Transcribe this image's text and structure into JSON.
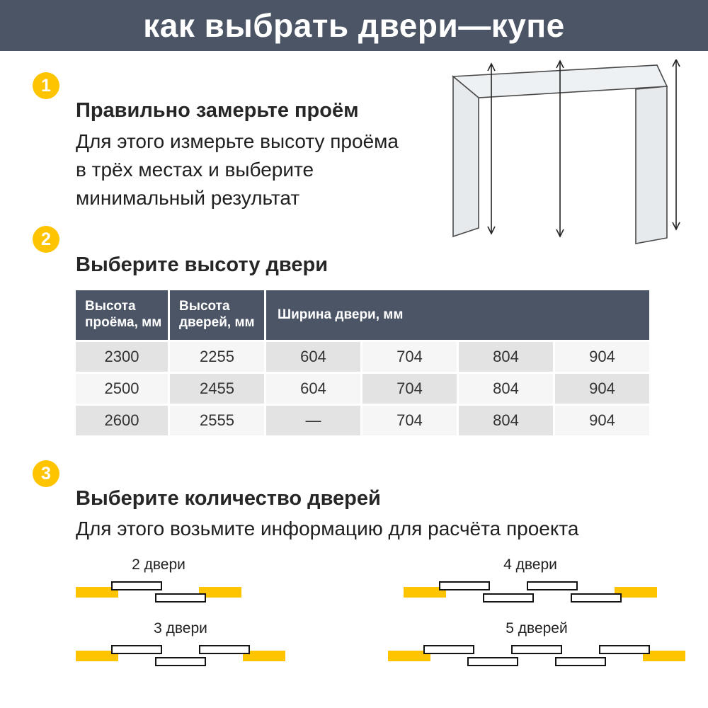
{
  "header": {
    "title": "как выбрать двери—купе"
  },
  "steps": [
    {
      "number": "1",
      "title": "Правильно замерьте проём",
      "body_lines": [
        "Для этого измерьте высоту проёма",
        "в трёх местах и выберите",
        "минимальный результат"
      ]
    },
    {
      "number": "2",
      "title": "Выберите высоту двери"
    },
    {
      "number": "3",
      "title": "Выберите количество дверей",
      "body": "Для этого возьмите информацию для расчёта проекта"
    }
  ],
  "table": {
    "headers": [
      "Высота проёма, мм",
      "Высота дверей, мм",
      "Ширина двери, мм"
    ],
    "rows": [
      [
        "2300",
        "2255",
        "604",
        "704",
        "804",
        "904"
      ],
      [
        "2500",
        "2455",
        "604",
        "704",
        "804",
        "904"
      ],
      [
        "2600",
        "2555",
        "—",
        "704",
        "804",
        "904"
      ]
    ]
  },
  "diagrams": [
    {
      "label": "2 двери",
      "doors": 2
    },
    {
      "label": "4 двери",
      "doors": 4
    },
    {
      "label": "3 двери",
      "doors": 3
    },
    {
      "label": "5 дверей",
      "doors": 5
    }
  ],
  "colors": {
    "accent": "#ffc400",
    "header_bg": "#4b5565",
    "table_header_bg": "#4b5565",
    "cell_dark": "#e3e3e3",
    "cell_light": "#f6f6f6"
  }
}
